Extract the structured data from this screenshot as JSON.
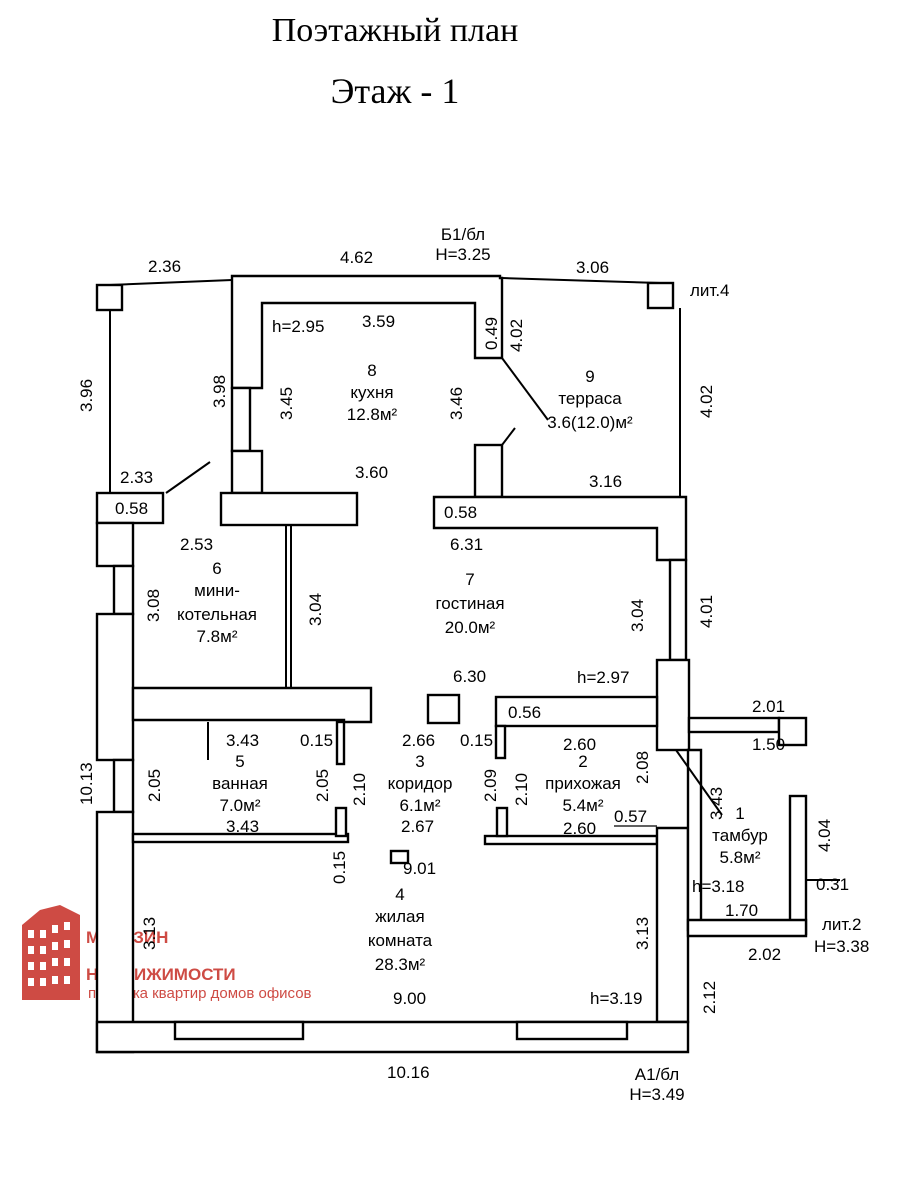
{
  "title": "Поэтажный план",
  "subtitle": "Этаж  - 1",
  "rooms": [
    {
      "num": "8",
      "name": "кухня",
      "area": "12.8м²"
    },
    {
      "num": "9",
      "name": "терраса",
      "area": "3.6(12.0)м²"
    },
    {
      "num": "6",
      "name1": "мини-",
      "name2": "котельная",
      "area": "7.8м²"
    },
    {
      "num": "7",
      "name": "гостиная",
      "area": "20.0м²"
    },
    {
      "num": "5",
      "name": "ванная",
      "area": "7.0м²"
    },
    {
      "num": "3",
      "name": "коридор",
      "area": "6.1м²"
    },
    {
      "num": "2",
      "name": "прихожая",
      "area": "5.4м²"
    },
    {
      "num": "1",
      "name": "тамбур",
      "area": "5.8м²"
    },
    {
      "num": "4",
      "name1": "жилая",
      "name2": "комната",
      "area": "28.3м²"
    }
  ],
  "markers": {
    "b1": "Б1/бл",
    "b1h": "H=3.25",
    "a1": "А1/бл",
    "a1h": "H=3.49",
    "lit4": "лит.4",
    "lit2": "лит.2",
    "lit2h": "H=3.38"
  },
  "heights": [
    "h=2.95",
    "h=2.97",
    "h=3.18",
    "h=3.19"
  ],
  "dims": {
    "d236": "2.36",
    "d462": "4.62",
    "d306": "3.06",
    "d359": "3.59",
    "d049": "0.49",
    "d402a": "4.02",
    "d402b": "4.02",
    "d396": "3.96",
    "d398": "3.98",
    "d345": "3.45",
    "d346": "3.46",
    "d360": "3.60",
    "d316": "3.16",
    "d233": "2.33",
    "d058a": "0.58",
    "d058b": "0.58",
    "d253": "2.53",
    "d631": "6.31",
    "d308": "3.08",
    "d304a": "3.04",
    "d304b": "3.04",
    "d401": "4.01",
    "d630": "6.30",
    "d056": "0.56",
    "d201": "2.01",
    "d150": "1.50",
    "d343a": "3.43",
    "d015a": "0.15",
    "d266": "2.66",
    "d015b": "0.15",
    "d260a": "2.60",
    "d208": "2.08",
    "d1013": "10.13",
    "d205a": "2.05",
    "d205b": "2.05",
    "d210a": "2.10",
    "d209": "2.09",
    "d210b": "2.10",
    "d343b": "3.43",
    "d343c": "3.43",
    "d267": "2.67",
    "d057": "0.57",
    "d260b": "2.60",
    "d404": "4.04",
    "d015c": "0.15",
    "d901": "9.01",
    "d031": "0.31",
    "d170": "1.70",
    "d313a": "3.13",
    "d313b": "3.13",
    "d202": "2.02",
    "d900": "9.00",
    "d212": "2.12",
    "d1016": "10.16"
  },
  "logo": {
    "line1": "МАГАЗИН",
    "line2": "НЕДВИЖИМОСТИ",
    "tagline": "продажа  квартир  домов  офисов",
    "color": "#c8332b"
  }
}
